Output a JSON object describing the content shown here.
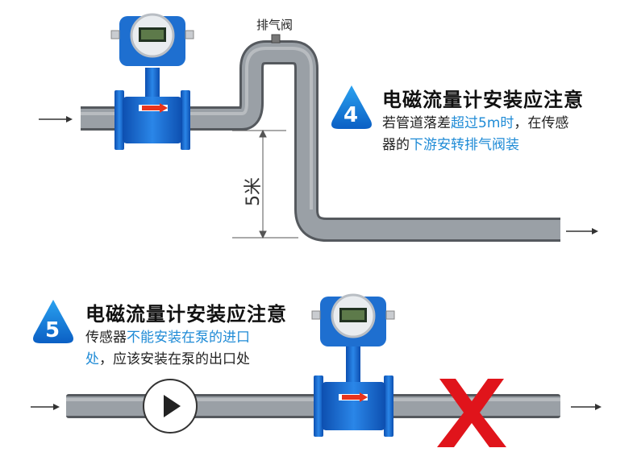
{
  "section4": {
    "number": "4",
    "title": "电磁流量计安装应注意",
    "desc_line1_a": "若管道落差",
    "desc_line1_b": "超过5m时",
    "desc_line1_c": "，在传感",
    "desc_line2_a": "器的",
    "desc_line2_b": "下游安转排气阀装",
    "vent_label": "排气阀",
    "height_label": "5米"
  },
  "section5": {
    "number": "5",
    "title": "电磁流量计安装应注意",
    "desc_line1_a": "传感器",
    "desc_line1_b": "不能安装在泵的进口",
    "desc_line2_a": "处",
    "desc_line2_b": "，应该安装在泵的出口处"
  },
  "colors": {
    "accent_blue": "#1f8bd6",
    "pipe_gray": "#8e9399",
    "flow_body": "#1a6fd1",
    "wrong_mark": "#e0141b"
  }
}
